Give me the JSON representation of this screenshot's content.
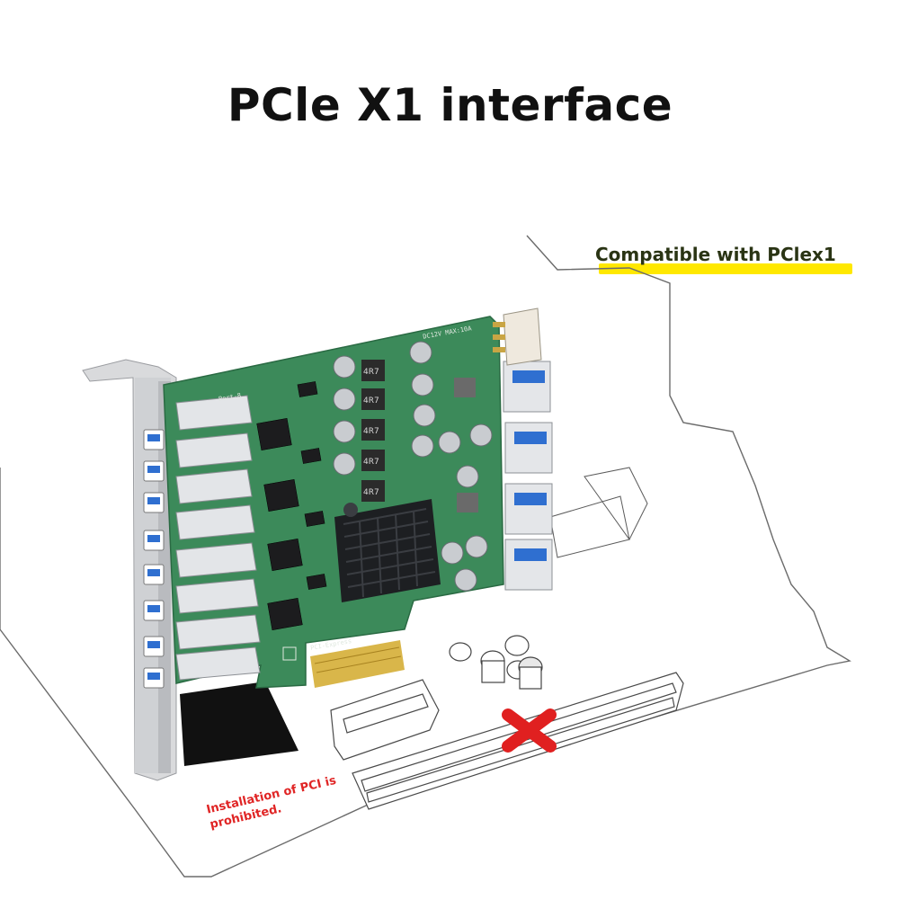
{
  "title": "PCle X1 interface",
  "compat_label": "Compatible with PClex1",
  "warning": "Installation of PCI is prohibited.",
  "card_labels": {
    "power_rating": "DC12V  MAX:10A",
    "port_label": "Port-8",
    "bus_label": "PCI-Express"
  },
  "component_text": "4R7",
  "colors": {
    "pcb": "#3c8a5a",
    "heatsink": "#1d1f22",
    "usb_port": "#2f6fd0",
    "highlight": "#ffe800",
    "warning": "#e02525",
    "cross": "#e02020"
  }
}
